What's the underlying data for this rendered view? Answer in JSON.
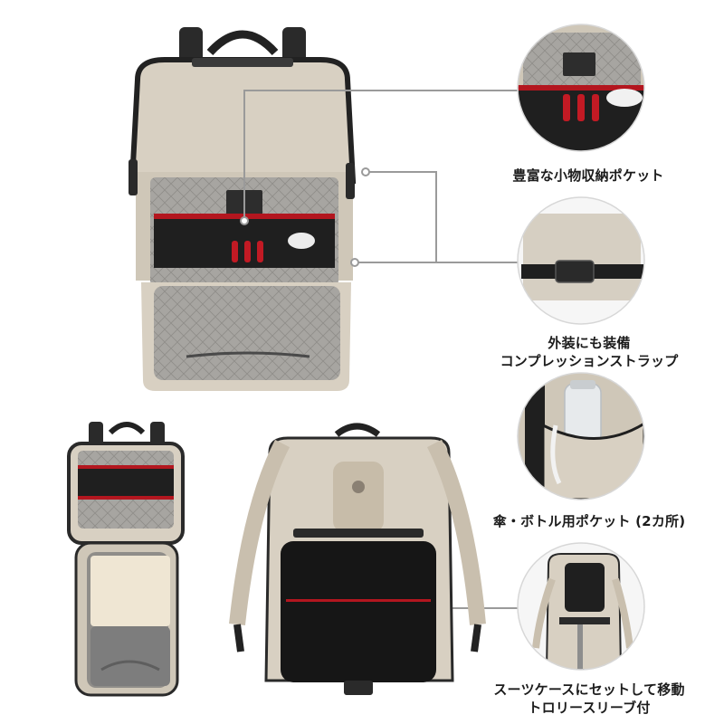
{
  "features": [
    {
      "id": "organizer",
      "lines": [
        "豊富な小物収納ポケット"
      ]
    },
    {
      "id": "strap",
      "lines": [
        "外装にも装備",
        "コンプレッションストラップ"
      ]
    },
    {
      "id": "bottle",
      "lines": [
        "傘・ボトル用ポケット (2カ所)"
      ]
    },
    {
      "id": "trolley",
      "lines": [
        "スーツケースにセットして移動",
        "トロリースリーブ付"
      ]
    }
  ],
  "colors": {
    "bag_body": "#d9d2c5",
    "bag_trim": "#1f1f1f",
    "lining": "#9c9a96",
    "accent_red": "#b3161f",
    "leader_line": "#9a9a9a"
  },
  "icons": [
    "brand-cross-logo-icon",
    "zipper-pull-icon",
    "buckle-icon"
  ]
}
